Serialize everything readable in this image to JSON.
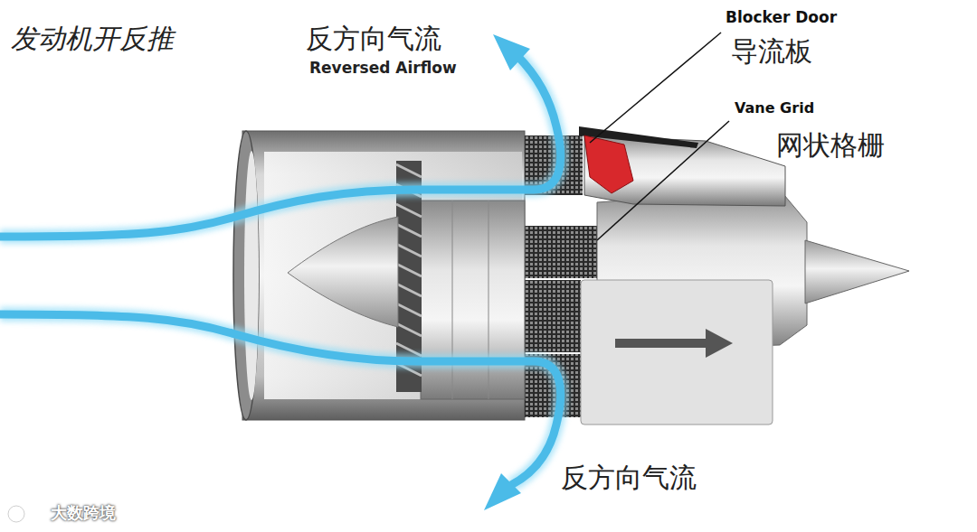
{
  "diagram": {
    "title": "发动机开反推",
    "labels": [
      "反方向气流",
      "Reversed Airflow",
      "Blocker Door",
      "导流板",
      "Vane Grid",
      "网状格栅",
      "反方向气流",
      "大数跨境"
    ]
  }
}
